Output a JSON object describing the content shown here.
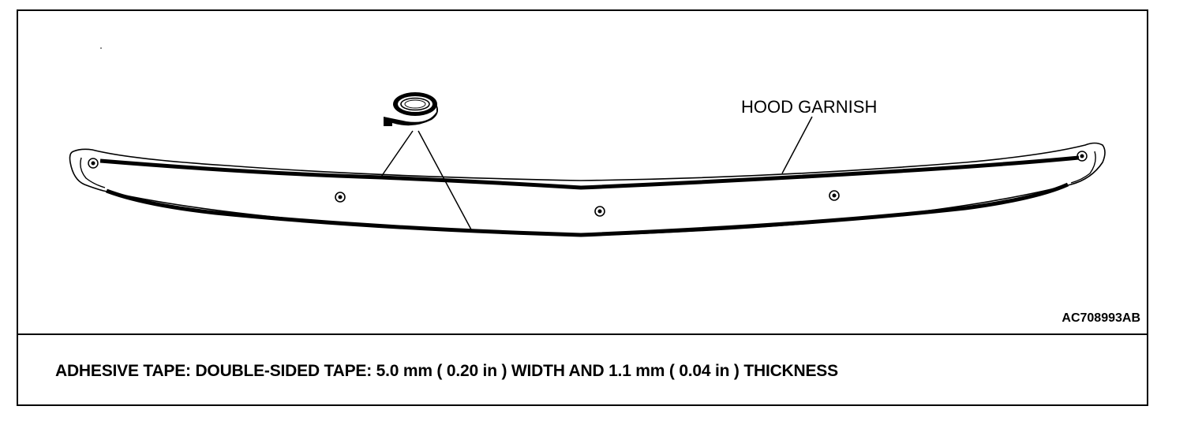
{
  "diagram": {
    "labels": {
      "hood_garnish": "HOOD GARNISH"
    },
    "figure_id": "AC708993AB",
    "caption": "ADHESIVE TAPE: DOUBLE-SIDED TAPE: 5.0 mm ( 0.20 in ) WIDTH AND 1.1 mm ( 0.04 in ) THICKNESS"
  }
}
